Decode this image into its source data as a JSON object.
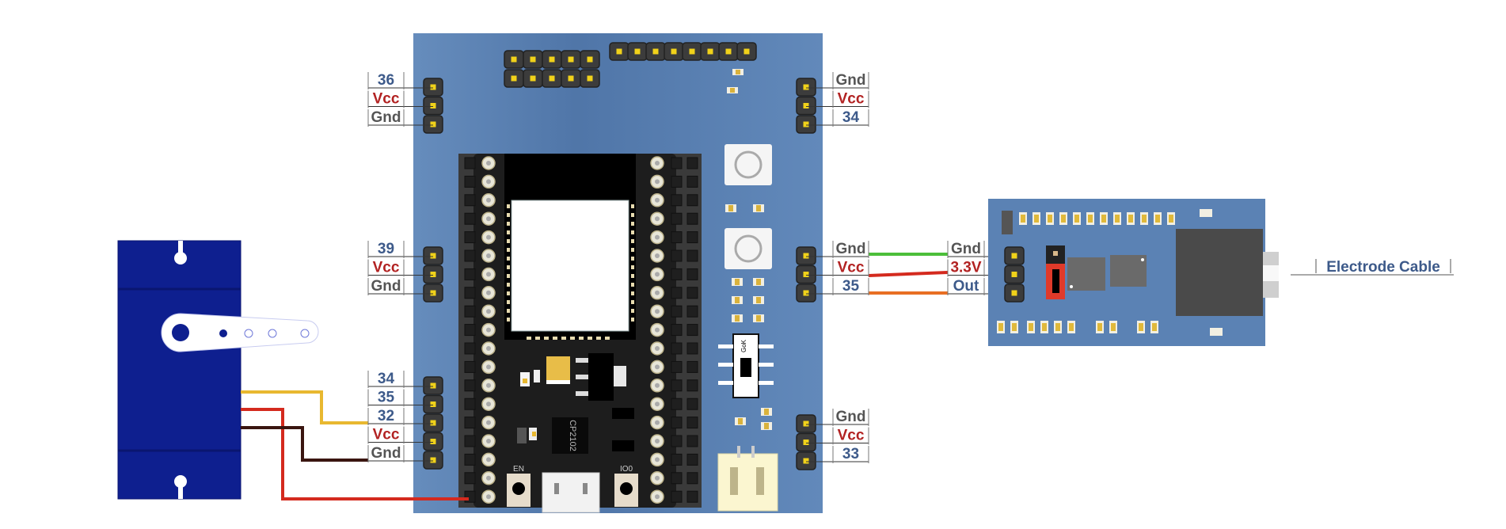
{
  "diagram": {
    "title": "ESP32 servo and EMG sensor wiring",
    "colors": {
      "board": "#5b82b4",
      "servo": "#0e1f8f",
      "wire_signal_yellow": "#e8b830",
      "wire_power_red": "#d42a1e",
      "wire_ground_brown": "#3a1510",
      "wire_ground_green": "#4cbf3a",
      "wire_out_orange": "#e86f24",
      "label_number": "#3d5a8a",
      "label_vcc": "#b22222",
      "label_gnd": "#555555"
    },
    "left_headers": [
      {
        "id": "top-left",
        "pins": [
          "36",
          "Vcc",
          "Gnd"
        ]
      },
      {
        "id": "mid-left",
        "pins": [
          "39",
          "Vcc",
          "Gnd"
        ]
      },
      {
        "id": "bottom-left",
        "pins": [
          "34",
          "35",
          "32",
          "Vcc",
          "Gnd"
        ]
      }
    ],
    "right_headers": [
      {
        "id": "top-right",
        "pins": [
          "Gnd",
          "Vcc",
          "34"
        ]
      },
      {
        "id": "mid-right",
        "pins": [
          "Gnd",
          "Vcc",
          "35"
        ]
      },
      {
        "id": "bottom-right",
        "pins": [
          "Gnd",
          "Vcc",
          "33"
        ]
      }
    ],
    "sensor_header": {
      "pins": [
        "Gnd",
        "3.3V",
        "Out"
      ]
    },
    "electrode_label": "Electrode Cable",
    "chip_label": "CP2102",
    "button_labels": [
      "EN",
      "IO0"
    ],
    "switch_label": "GoK",
    "connections": [
      {
        "from": "servo-signal",
        "to": "32",
        "color": "yellow"
      },
      {
        "from": "servo-power",
        "to": "5V-pin",
        "color": "red"
      },
      {
        "from": "servo-ground",
        "to": "Gnd",
        "color": "brown"
      },
      {
        "from": "board-Gnd",
        "to": "sensor-Gnd",
        "color": "green"
      },
      {
        "from": "board-Vcc",
        "to": "sensor-3.3V",
        "color": "red"
      },
      {
        "from": "board-35",
        "to": "sensor-Out",
        "color": "orange"
      }
    ]
  }
}
